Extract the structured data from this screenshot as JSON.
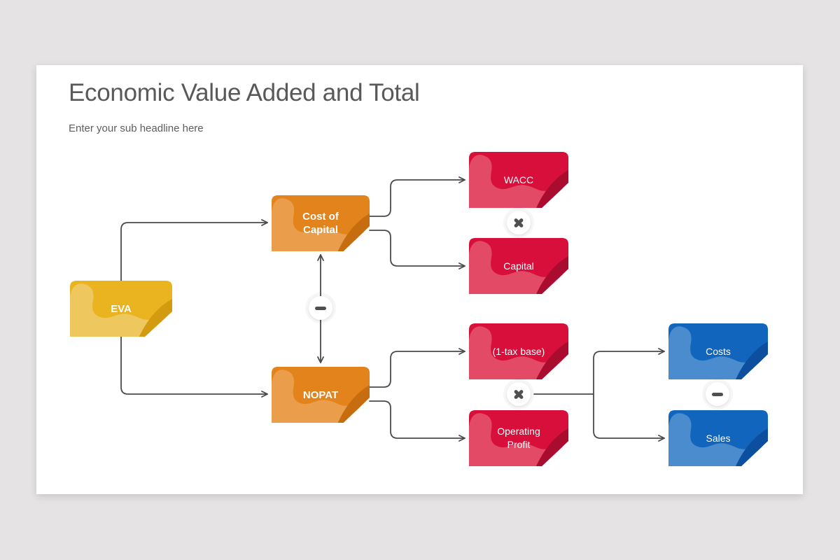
{
  "page": {
    "title": "Economic Value Added and Total",
    "subtitle": "Enter your sub headline here"
  },
  "nodes": {
    "eva": {
      "label": "EVA",
      "color": "#e9b420"
    },
    "cost_of_capital": {
      "label": "Cost of Capital",
      "color": "#e2831c"
    },
    "nopat": {
      "label": "NOPAT",
      "color": "#e2831c"
    },
    "wacc": {
      "label": "WACC",
      "color": "#d80f3b"
    },
    "capital": {
      "label": "Capital",
      "color": "#d80f3b"
    },
    "tax_base": {
      "label": "(1-tax base)",
      "color": "#d80f3b"
    },
    "operating_profit": {
      "label": "Operating Profit",
      "color": "#d80f3b"
    },
    "costs": {
      "label": "Costs",
      "color": "#1165bc"
    },
    "sales": {
      "label": "Sales",
      "color": "#1165bc"
    }
  },
  "operators": {
    "coc_nopat": {
      "type": "subtract",
      "between": [
        "Cost of Capital",
        "NOPAT"
      ]
    },
    "wacc_capital": {
      "type": "multiply",
      "between": [
        "WACC",
        "Capital"
      ]
    },
    "taxbase_profit": {
      "type": "multiply",
      "between": [
        "(1-tax base)",
        "Operating Profit"
      ]
    },
    "costs_sales": {
      "type": "subtract",
      "between": [
        "Costs",
        "Sales"
      ]
    }
  },
  "edges": [
    {
      "from": "EVA",
      "to": "Cost of Capital"
    },
    {
      "from": "EVA",
      "to": "NOPAT"
    },
    {
      "from": "Cost of Capital",
      "to": "WACC"
    },
    {
      "from": "Cost of Capital",
      "to": "Capital"
    },
    {
      "from": "NOPAT",
      "to": "(1-tax base)"
    },
    {
      "from": "NOPAT",
      "to": "Operating Profit"
    },
    {
      "from": "Operating Profit group",
      "to": "Costs"
    },
    {
      "from": "Operating Profit group",
      "to": "Sales"
    }
  ],
  "colors": {
    "background": "#e5e3e3",
    "slide": "#ffffff",
    "connector": "#4a4a4a",
    "title_text": "#595959"
  }
}
